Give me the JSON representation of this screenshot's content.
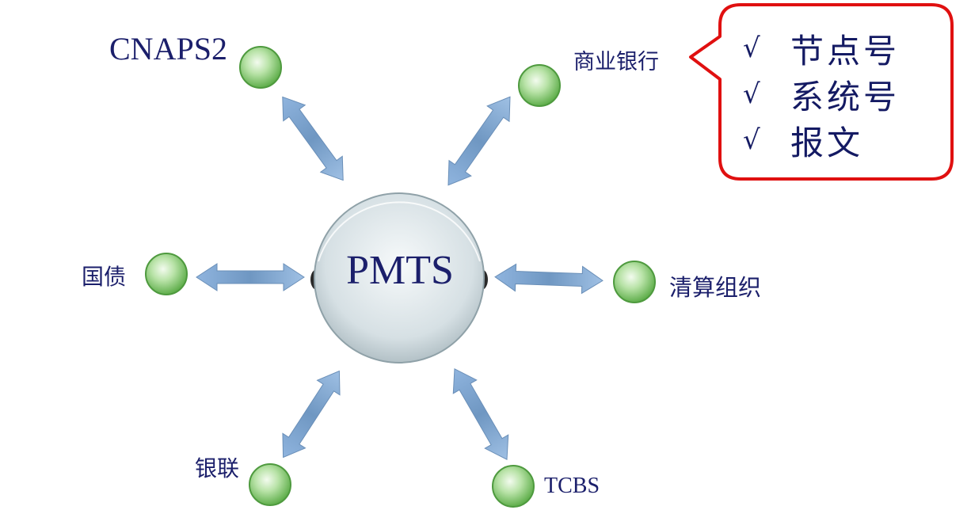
{
  "hub": {
    "label": "PMTS"
  },
  "nodes": {
    "cnaps2": "CNAPS2",
    "commercial_bank": "商业银行",
    "treasury_bonds": "国债",
    "clearing_org": "清算组织",
    "unionpay": "银联",
    "tcbs": "TCBS"
  },
  "callout": {
    "items": [
      {
        "check": "√",
        "text": "节点号"
      },
      {
        "check": "√",
        "text": "系统号"
      },
      {
        "check": "√",
        "text": "报文"
      }
    ]
  },
  "colors": {
    "label_text": "#1b1f6b",
    "node_fill": "#8fd07a",
    "node_stroke": "#4e9a3e",
    "arrow_fill": "#7aa3cf",
    "callout_border": "#e01010",
    "hub_fill": "#e2eaee"
  }
}
